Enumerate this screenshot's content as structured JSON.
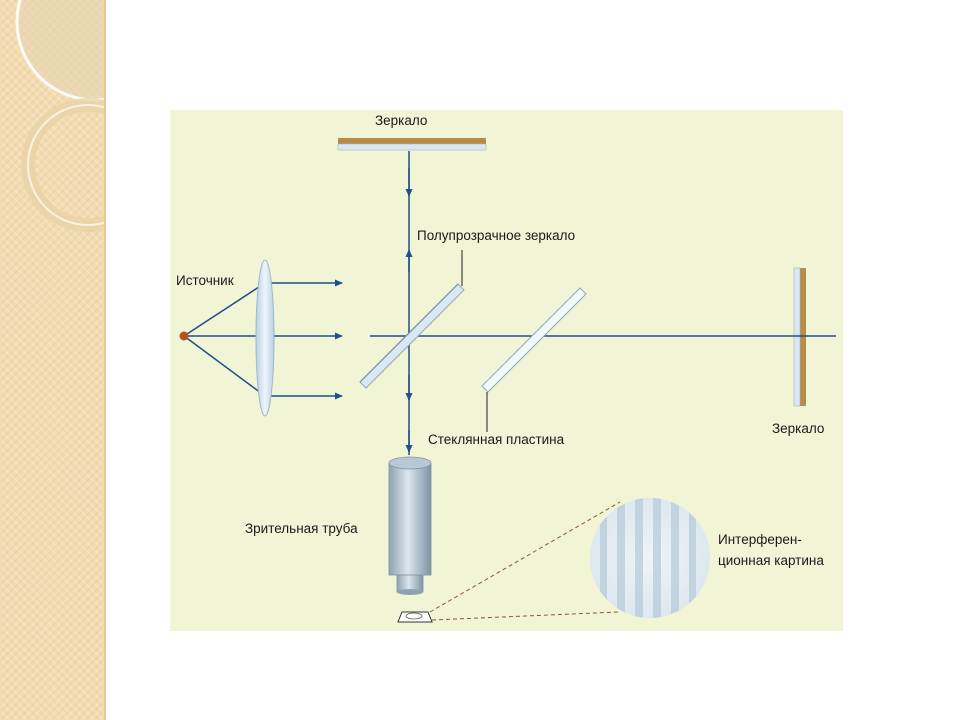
{
  "labels": {
    "mirror_top": "Зеркало",
    "mirror_right": "Зеркало",
    "half_mirror": "Полупрозрачное зеркало",
    "source": "Источник",
    "glass_plate": "Стеклянная пластина",
    "telescope": "Зрительная труба",
    "interference": "Интерферен-ционная картина"
  },
  "colors": {
    "diagram_bg": "#f1f4d5",
    "beam": "#1f4f8c",
    "mirror_back": "#b98b48",
    "glass": "#d9e8f3",
    "source_dot": "#b5521f",
    "side_panel": "#f3dcb1"
  }
}
